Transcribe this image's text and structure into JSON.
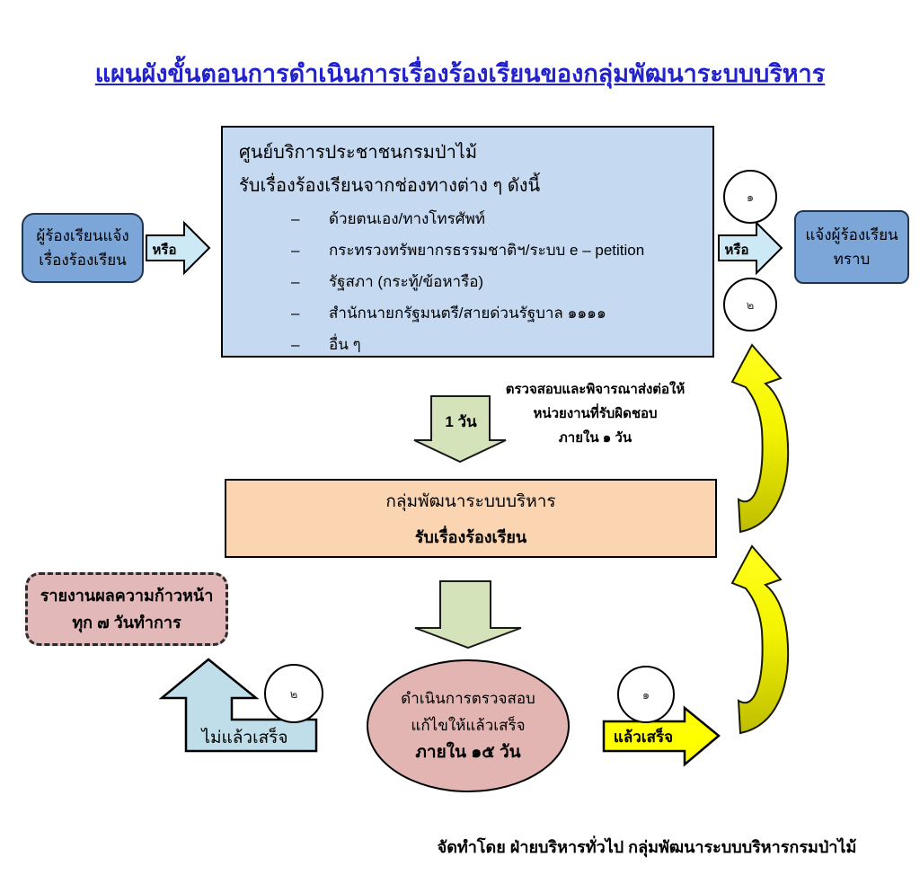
{
  "title": "แผนผังขั้นตอนการดำเนินการเรื่องร้องเรียนของกลุ่มพัฒนาระบบบริหาร",
  "left_box": {
    "line1": "ผู้ร้องเรียนแจ้ง",
    "line2": "เรื่องร้องเรียน"
  },
  "or_left": "หรือ",
  "or_right": "หรือ",
  "center_box": {
    "heading1": "ศูนย์บริการประชาชนกรมป่าไม้",
    "heading2": "รับเรื่องร้องเรียนจากช่องทางต่าง ๆ ดังนี้",
    "dash": "–",
    "bullets": [
      "ด้วยตนเอง/ทางโทรศัพท์",
      "กระทรวงทรัพยากรธรรมชาติฯ/ระบบ e – petition",
      "รัฐสภา (กระทู้/ข้อหารือ)",
      "สำนักนายกรัฐมนตรี/สายด่วนรัฐบาล  ๑๑๑๑",
      "อื่น ๆ"
    ]
  },
  "circles": {
    "top_one": "๑",
    "top_two": "๒",
    "bottom_two": "๒",
    "bottom_one": "๑"
  },
  "notify_box": {
    "line1": "แจ้งผู้ร้องเรียน",
    "line2": "ทราบ"
  },
  "one_day_label": "1 วัน",
  "review_note": {
    "line1": "ตรวจสอบและพิจารณาส่งต่อให้",
    "line2": "หน่วยงานที่รับผิดชอบ",
    "line3": "ภายใน ๑ วัน"
  },
  "admin_box": {
    "line1": "กลุ่มพัฒนาระบบบริหาร",
    "line2": "รับเรื่องร้องเรียน"
  },
  "report_box": {
    "line1": "รายงานผลความก้าวหน้า",
    "line2": "ทุก ๗ วันทำการ"
  },
  "process_ellipse": {
    "line1": "ดำเนินการตรวจสอบ",
    "line2": "แก้ไขให้แล้วเสร็จ",
    "line3": "ภายใน ๑๕ วัน"
  },
  "not_done_label": "ไม่แล้วเสร็จ",
  "done_label": "แล้วเสร็จ",
  "footer": "จัดทำโดย ฝ่ายบริหารทั่วไป กลุ่มพัฒนาระบบบริหารกรมป่าไม้",
  "colors": {
    "title_blue": "#2222cc",
    "box_blue": "#7da6d8",
    "box_light_blue": "#c5d9f1",
    "or_arrow_blue": "#cde9f6",
    "green_arrow": "#d5e3bb",
    "orange_box": "#fbd5b1",
    "pink_box": "#e2b9b8",
    "pink_ellipse": "#e2b4b2",
    "bent_arrow_blue": "#bfdeea",
    "yellow": "#ffff00"
  }
}
